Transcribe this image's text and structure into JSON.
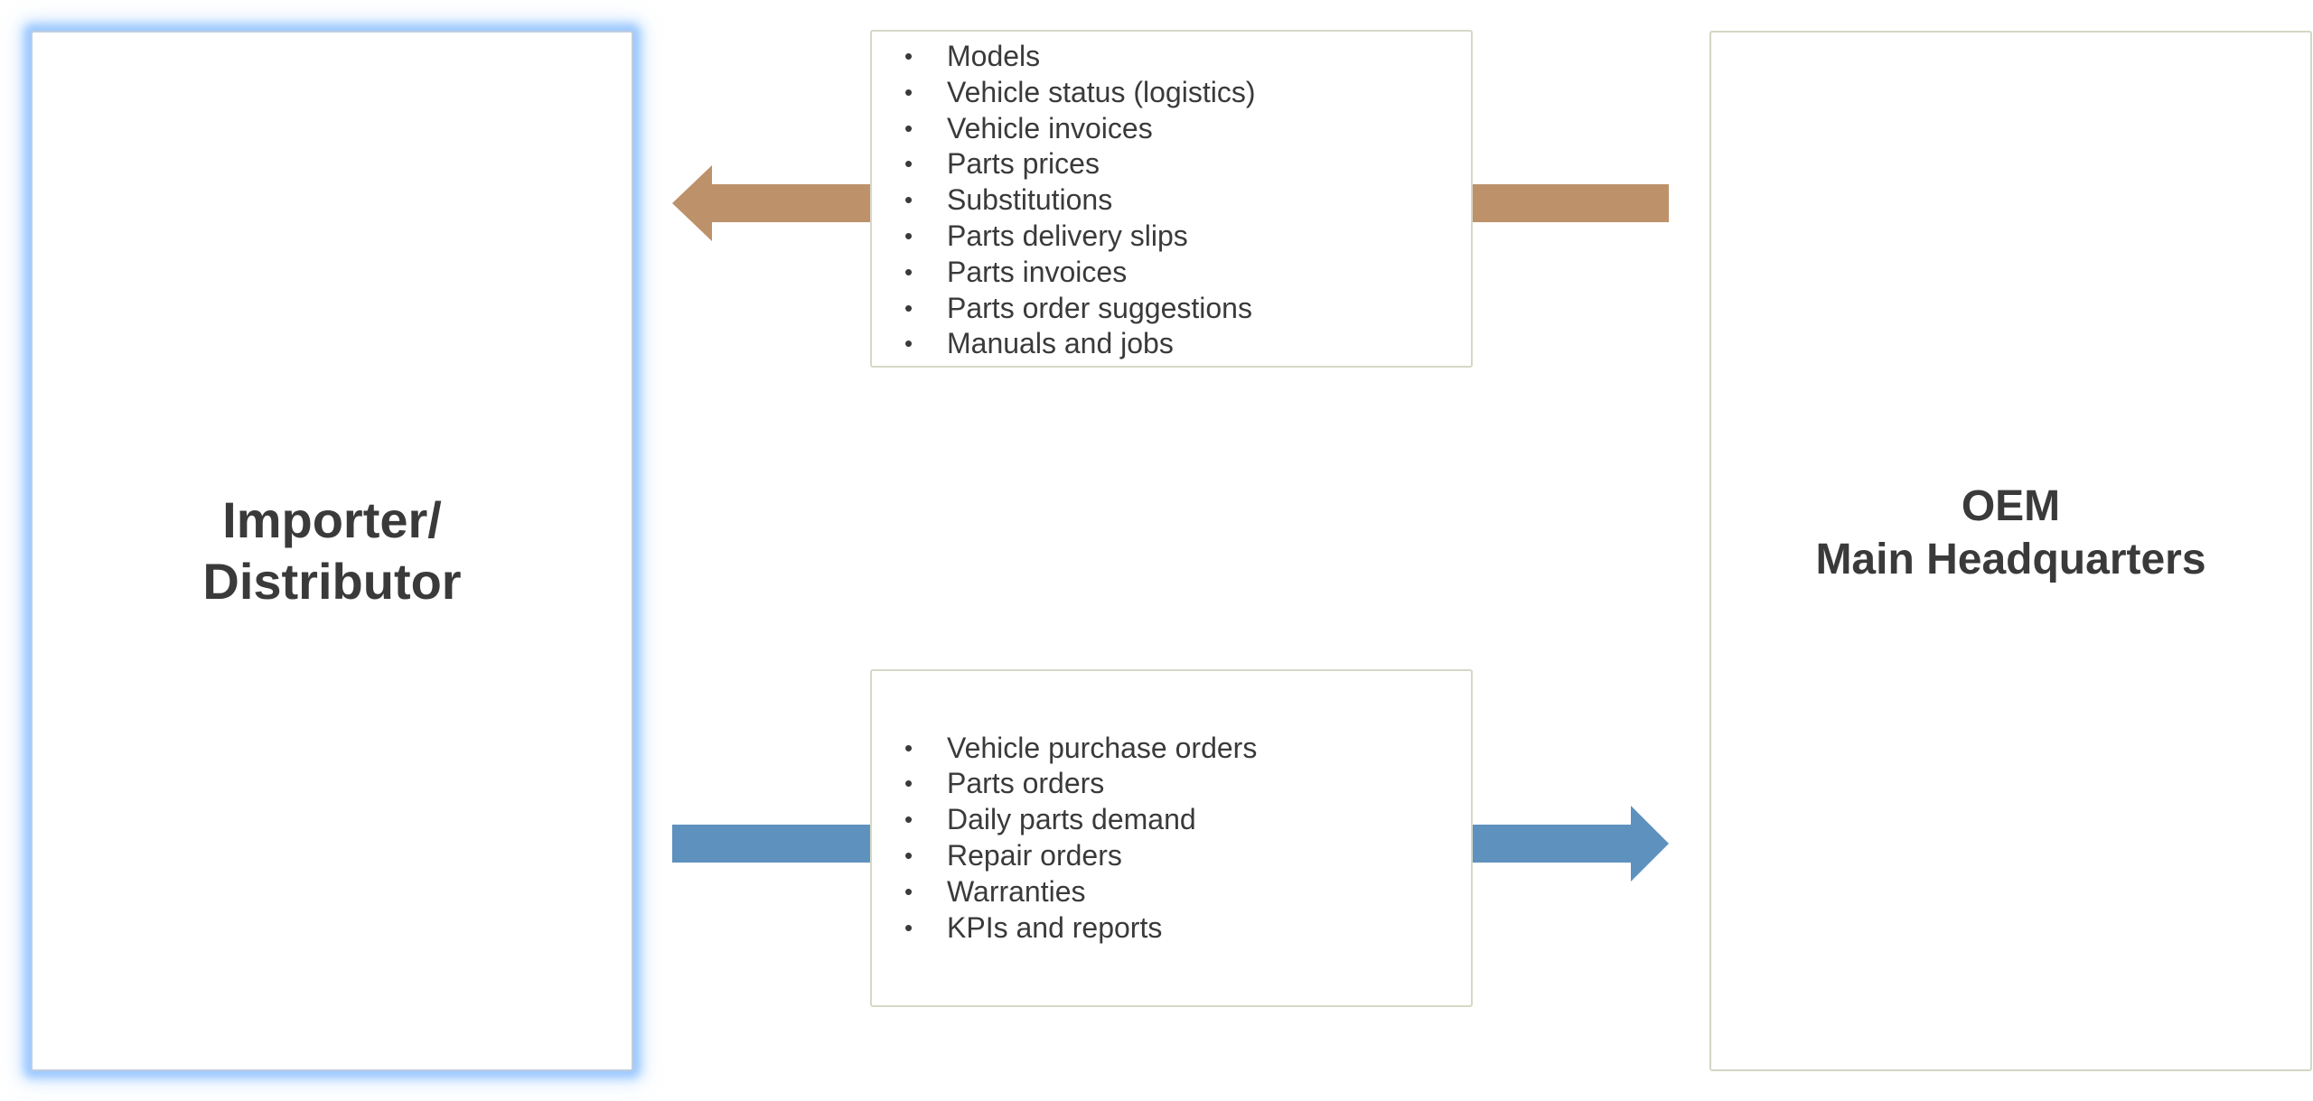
{
  "diagram": {
    "left_entity": {
      "lines": [
        "Importer/",
        "Distributor"
      ]
    },
    "right_entity": {
      "lines": [
        "OEM",
        "Main Headquarters"
      ]
    },
    "top_flow": {
      "direction": "to-left",
      "color": "#BD9169",
      "items": [
        "Models",
        "Vehicle status (logistics)",
        "Vehicle invoices",
        "Parts prices",
        "Substitutions",
        "Parts delivery slips",
        "Parts invoices",
        "Parts order suggestions",
        "Manuals and jobs"
      ]
    },
    "bottom_flow": {
      "direction": "to-right",
      "color": "#5F91BE",
      "items": [
        "Vehicle purchase orders",
        "Parts orders",
        "Daily parts demand",
        "Repair orders",
        "Warranties",
        "KPIs and reports"
      ]
    },
    "selection_glow_color": "#7FB4FF"
  }
}
